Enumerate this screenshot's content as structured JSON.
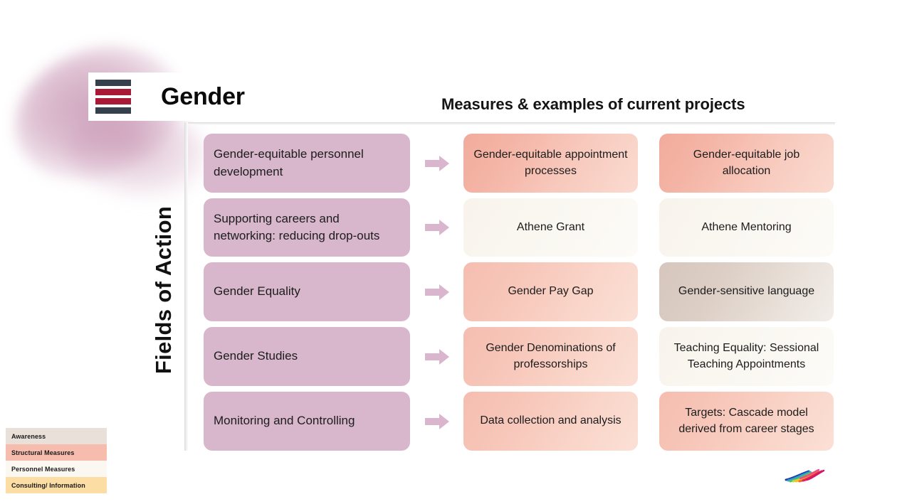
{
  "header": {
    "title": "Gender",
    "right_title": "Measures & examples of current projects",
    "logo_name": "institution-logo"
  },
  "axis": {
    "label": "Fields of Action"
  },
  "matrix": {
    "rows": [
      {
        "field": "Gender-equitable personnel development",
        "arrow": "arrow-right-icon",
        "measures": [
          {
            "text": "Gender-equitable appointment processes",
            "style": "m-salmon"
          },
          {
            "text": "Gender-equitable job allocation",
            "style": "m-salmon"
          }
        ]
      },
      {
        "field": "Supporting careers and networking: reducing drop-outs",
        "arrow": "arrow-right-icon",
        "measures": [
          {
            "text": "Athene Grant",
            "style": "m-cream"
          },
          {
            "text": "Athene Mentoring",
            "style": "m-cream"
          }
        ]
      },
      {
        "field": "Gender Equality",
        "arrow": "arrow-right-icon",
        "measures": [
          {
            "text": "Gender Pay Gap",
            "style": "m-salmon-soft"
          },
          {
            "text": "Gender-sensitive language",
            "style": "m-taupe"
          }
        ]
      },
      {
        "field": "Gender Studies",
        "arrow": "arrow-right-icon",
        "measures": [
          {
            "text": "Gender Denominations of professorships",
            "style": "m-salmon-soft"
          },
          {
            "text": "Teaching Equality: Sessional Teaching Appointments",
            "style": "m-cream"
          }
        ]
      },
      {
        "field": "Monitoring and Controlling",
        "arrow": "arrow-right-icon",
        "measures": [
          {
            "text": "Data collection and analysis",
            "style": "m-salmon-soft"
          },
          {
            "text": "Targets: Cascade model derived from career stages",
            "style": "m-salmon-soft"
          }
        ]
      }
    ]
  },
  "legend": {
    "items": [
      {
        "label": "Awareness",
        "style": "lg-awareness",
        "color": "#e9e0d9"
      },
      {
        "label": "Structural Measures",
        "style": "lg-structural",
        "color": "#f6bcad"
      },
      {
        "label": "Personnel Measures",
        "style": "lg-personnel",
        "color": "#fbf8f2"
      },
      {
        "label": "Consulting/ Information",
        "style": "lg-consulting",
        "color": "#fcdda4"
      }
    ]
  },
  "colors": {
    "field_box": "#d8b7cd",
    "logo_navy": "#36404c",
    "logo_red": "#a91935",
    "blob_pink": "#c592b0"
  }
}
